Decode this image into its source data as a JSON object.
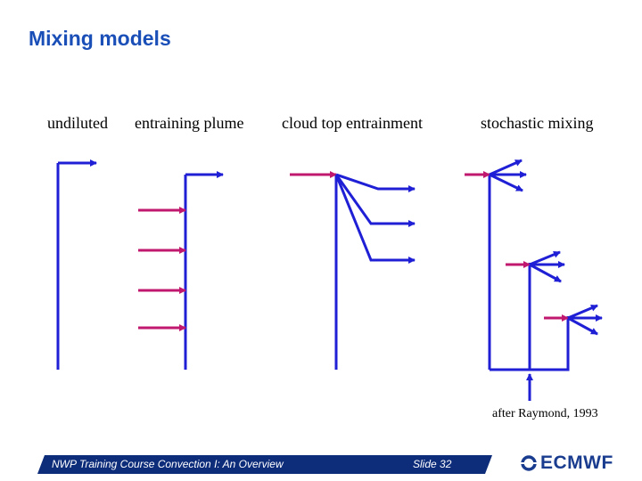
{
  "slide": {
    "title": "Mixing models",
    "labels": [
      "undiluted",
      "entraining plume",
      "cloud top entrainment",
      "stochastic mixing"
    ],
    "credit": "after Raymond, 1993"
  },
  "footer": {
    "course": "NWP Training Course Convection I: An Overview",
    "slide_number": "Slide 32",
    "logo_text": "ECMWF"
  },
  "colors": {
    "title": "#1a4fb8",
    "updraft": "#1f1fd6",
    "entrainment": "#c0186e",
    "footer_band": "#0d2c7a",
    "logo": "#1a3c8f"
  }
}
